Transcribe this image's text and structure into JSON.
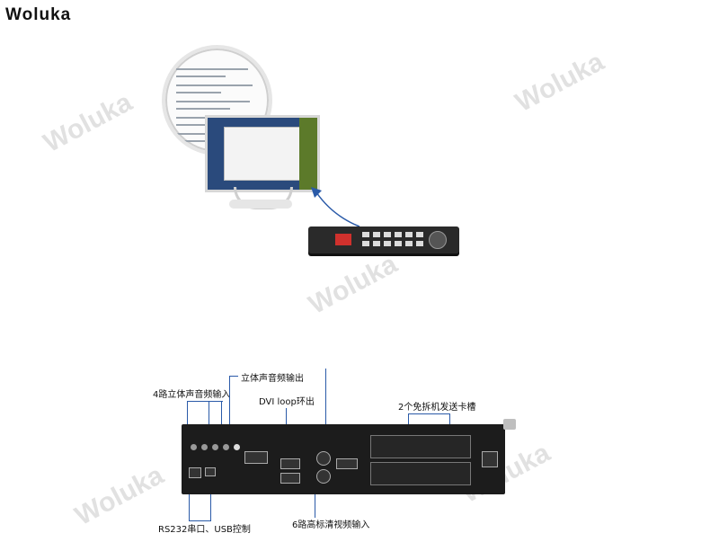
{
  "brand": "Woluka",
  "watermark": "Woluka",
  "callouts": {
    "stereo_audio_out": "立体声音频输出",
    "stereo_audio_in": "4路立体声音频输入",
    "dvi_loop": "DVI loop环出",
    "card_slots": "2个免拆机发送卡槽",
    "rs232_usb": "RS232串口、USB控制",
    "hd_video_in": "6路高标清视频输入"
  },
  "colors": {
    "accent_line": "#2a5aa8",
    "device": "#1c1c1c"
  }
}
